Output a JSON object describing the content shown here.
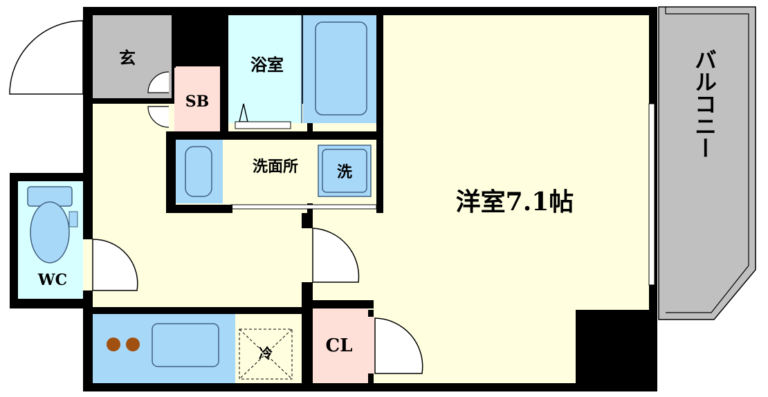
{
  "rooms": {
    "entrance": "玄",
    "shoe_box": "SB",
    "bathroom": "浴室",
    "washroom": "洗面所",
    "washer": "洗",
    "toilet": "WC",
    "fridge": "冷",
    "closet": "CL",
    "western_room": "洋室7.1帖",
    "balcony": "バルコニー"
  },
  "colors": {
    "wall": "#000000",
    "floor_main": "#ffffe0",
    "entrance": "#c0c0c0",
    "shoe_box": "#ffe0d8",
    "bath": "#d8ffff",
    "fixture": "#a8d8f8",
    "closet": "#ffe0d8",
    "balcony": "#c0c0c0",
    "stove": "#a05010"
  }
}
